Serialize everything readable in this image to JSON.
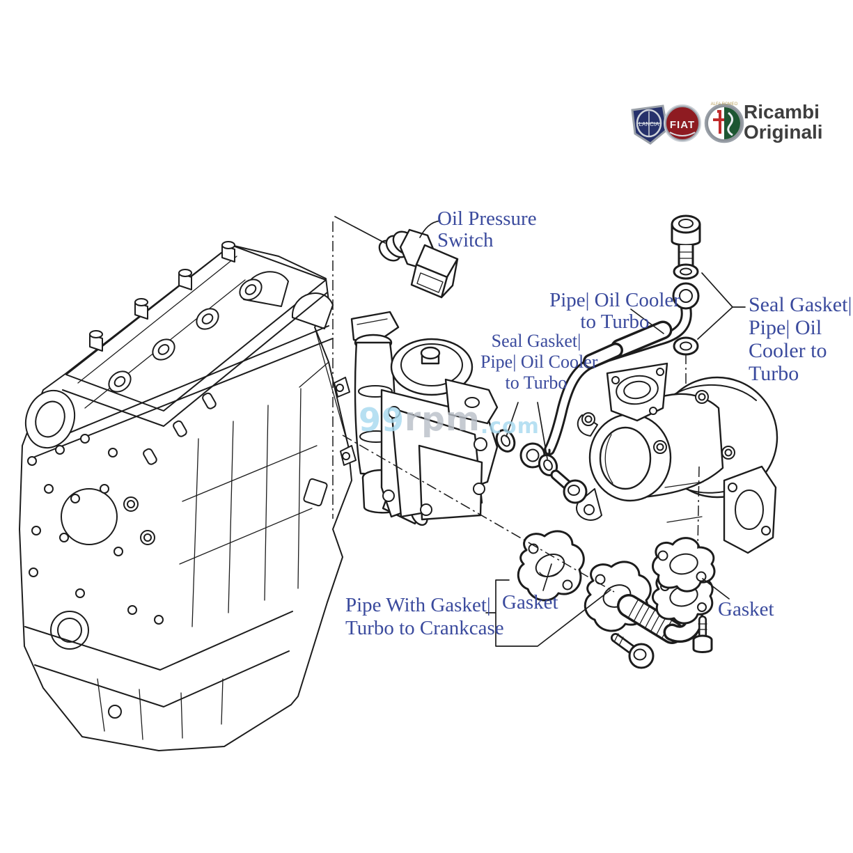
{
  "brand": {
    "title_line1": "Ricambi",
    "title_line2": "Originali",
    "logos": {
      "lancia": "LANCIA",
      "fiat": "FIAT",
      "alfa": "ALFA ROMEO"
    }
  },
  "watermark": {
    "prefix": "99",
    "mid": "rpm",
    "suffix": ".com"
  },
  "labels": {
    "oil_pressure_switch": {
      "line1": "Oil Pressure",
      "line2": "Switch"
    },
    "pipe_oil_cooler_to_turbo": {
      "line1": "Pipe| Oil Cooler",
      "line2": "to Turbo"
    },
    "seal_gasket_mid": {
      "line1": "Seal Gasket|",
      "line2": "Pipe| Oil Cooler",
      "line3": "to Turbo"
    },
    "seal_gasket_right": {
      "line1": "Seal Gasket|",
      "line2": "Pipe| Oil",
      "line3": "Cooler to",
      "line4": "Turbo"
    },
    "pipe_with_gasket": {
      "line1": "Pipe With Gasket|",
      "line2": "Turbo to Crankcase"
    },
    "gasket_left": {
      "text": "Gasket"
    },
    "gasket_right": {
      "text": "Gasket"
    }
  },
  "colors": {
    "label_text": "#3a4a9d",
    "line": "#1c1c1c",
    "brand_text": "#3e3e3e",
    "watermark_cyan": "#a6d9ef",
    "watermark_gray": "#b9bfc8",
    "fiat_red": "#8e1b21",
    "lancia_blue": "#26316b",
    "alfa_green": "#1d5632",
    "alfa_red": "#c02a2a",
    "chrome": "#9aa0a8"
  }
}
